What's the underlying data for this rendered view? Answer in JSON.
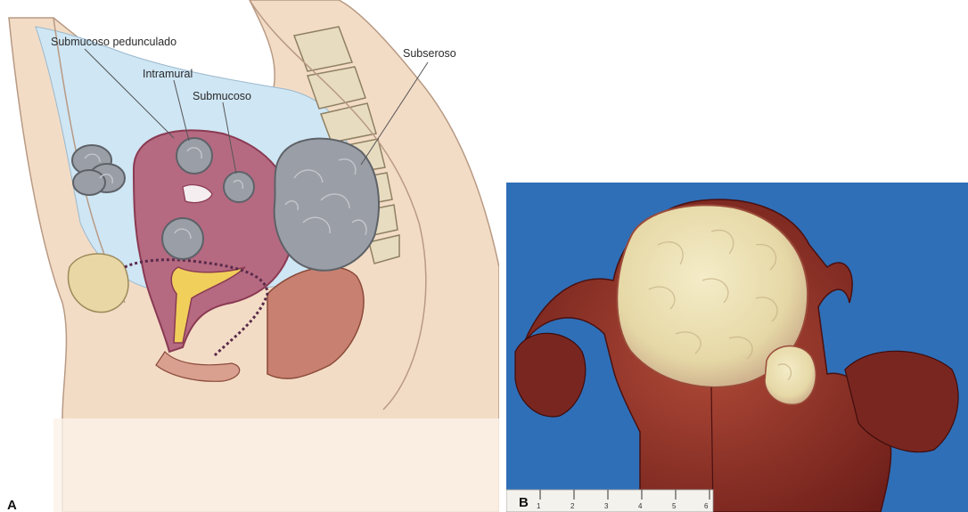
{
  "panel_a": {
    "letter": "A",
    "labels": {
      "pedunculated_submucosal": "Submucoso pedunculado",
      "intramural": "Intramural",
      "submucosal": "Submucoso",
      "subserosal": "Subseroso"
    },
    "colors": {
      "skin": "#f3dcc6",
      "skin_outline": "#b89a84",
      "cavity_blue": "#cfe6f4",
      "uterus": "#b56a82",
      "uterus_dark": "#8a3a52",
      "fibroid": "#9a9ea6",
      "fibroid_light": "#c4c7cc",
      "bone": "#e8dcc0",
      "mucosa_yellow": "#f0cf5a",
      "rectum": "#c88070"
    }
  },
  "panel_b": {
    "letter": "B",
    "ruler_ticks": [
      "1",
      "2",
      "3",
      "4",
      "5",
      "6"
    ],
    "colors": {
      "background": "#2f6fb8",
      "tissue": "#8a2a22",
      "fibroid": "#eadfb4"
    }
  }
}
